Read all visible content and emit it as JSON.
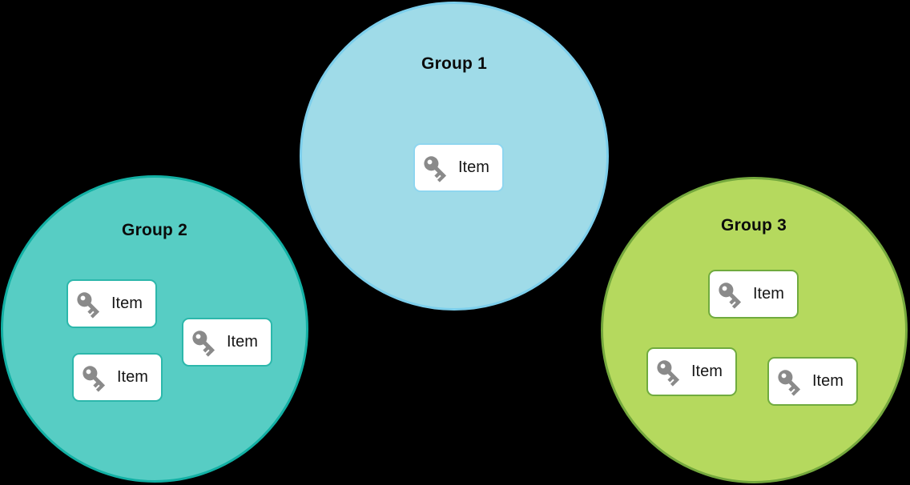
{
  "diagram": {
    "background_color": "#000000",
    "item_icon": "key-icon",
    "item_icon_color": "#8a8a8a",
    "groups": [
      {
        "label": "Group 1",
        "fill_color": "#9fdbe8",
        "border_color": "#7dcfec",
        "card_border_color": "#8fd6ef",
        "items": [
          {
            "label": "Item",
            "icon": "key-icon"
          }
        ]
      },
      {
        "label": "Group 2",
        "fill_color": "#57cdc4",
        "border_color": "#12b0a4",
        "card_border_color": "#2cb7ab",
        "items": [
          {
            "label": "Item",
            "icon": "key-icon"
          },
          {
            "label": "Item",
            "icon": "key-icon"
          },
          {
            "label": "Item",
            "icon": "key-icon"
          }
        ]
      },
      {
        "label": "Group 3",
        "fill_color": "#b5d95e",
        "border_color": "#74a83d",
        "card_border_color": "#70ab3e",
        "items": [
          {
            "label": "Item",
            "icon": "key-icon"
          },
          {
            "label": "Item",
            "icon": "key-icon"
          },
          {
            "label": "Item",
            "icon": "key-icon"
          }
        ]
      }
    ]
  }
}
